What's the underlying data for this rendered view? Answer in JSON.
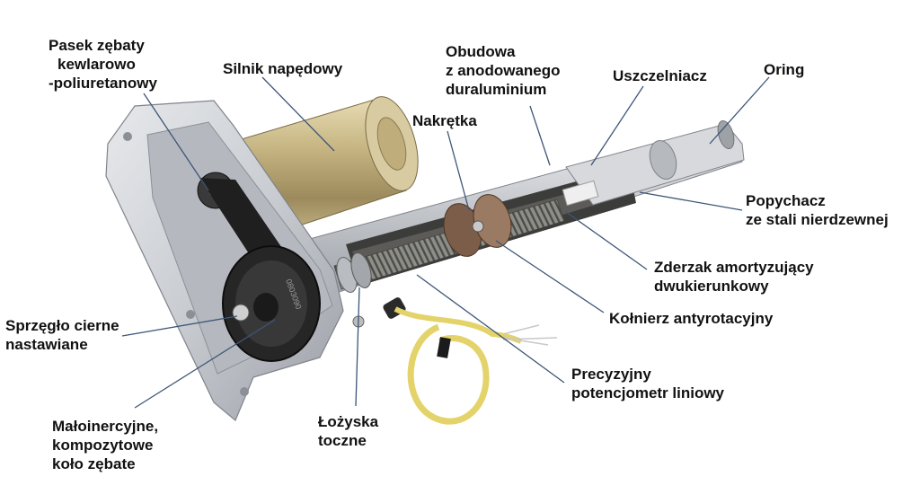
{
  "labels": {
    "belt": [
      "Pasek zębaty",
      "kewlarowo",
      "-poliuretanowy"
    ],
    "motor": [
      "Silnik napędowy"
    ],
    "housing": [
      "Obudowa",
      "z anodowanego",
      "duraluminium"
    ],
    "nut": [
      "Nakrętka"
    ],
    "seal": [
      "Uszczelniacz"
    ],
    "oring": [
      "Oring"
    ],
    "pusher": [
      "Popychacz",
      "ze stali nierdzewnej"
    ],
    "damper": [
      "Zderzak amortyzujący",
      "dwukierunkowy"
    ],
    "antirot": [
      "Kołnierz antyrotacyjny"
    ],
    "clutch": [
      "Sprzęgło cierne",
      "nastawiane"
    ],
    "pot": [
      "Precyzyjny",
      "potencjometr liniowy"
    ],
    "gear": [
      "Małoinercyjne,",
      "kompozytowe",
      "koło zębate"
    ],
    "bearing": [
      "Łożyska",
      "toczne"
    ]
  },
  "colors": {
    "aluminum": "#c9ccd1",
    "motor_gold": "#c9b98a",
    "screw": "#8a8a86",
    "nut_bronze": "#8b6a55",
    "gear_black": "#2a2a2a",
    "cable_yellow": "#e3d36a",
    "leader": "#3d5677"
  },
  "icons": [
    "wire-cable-illustration"
  ]
}
